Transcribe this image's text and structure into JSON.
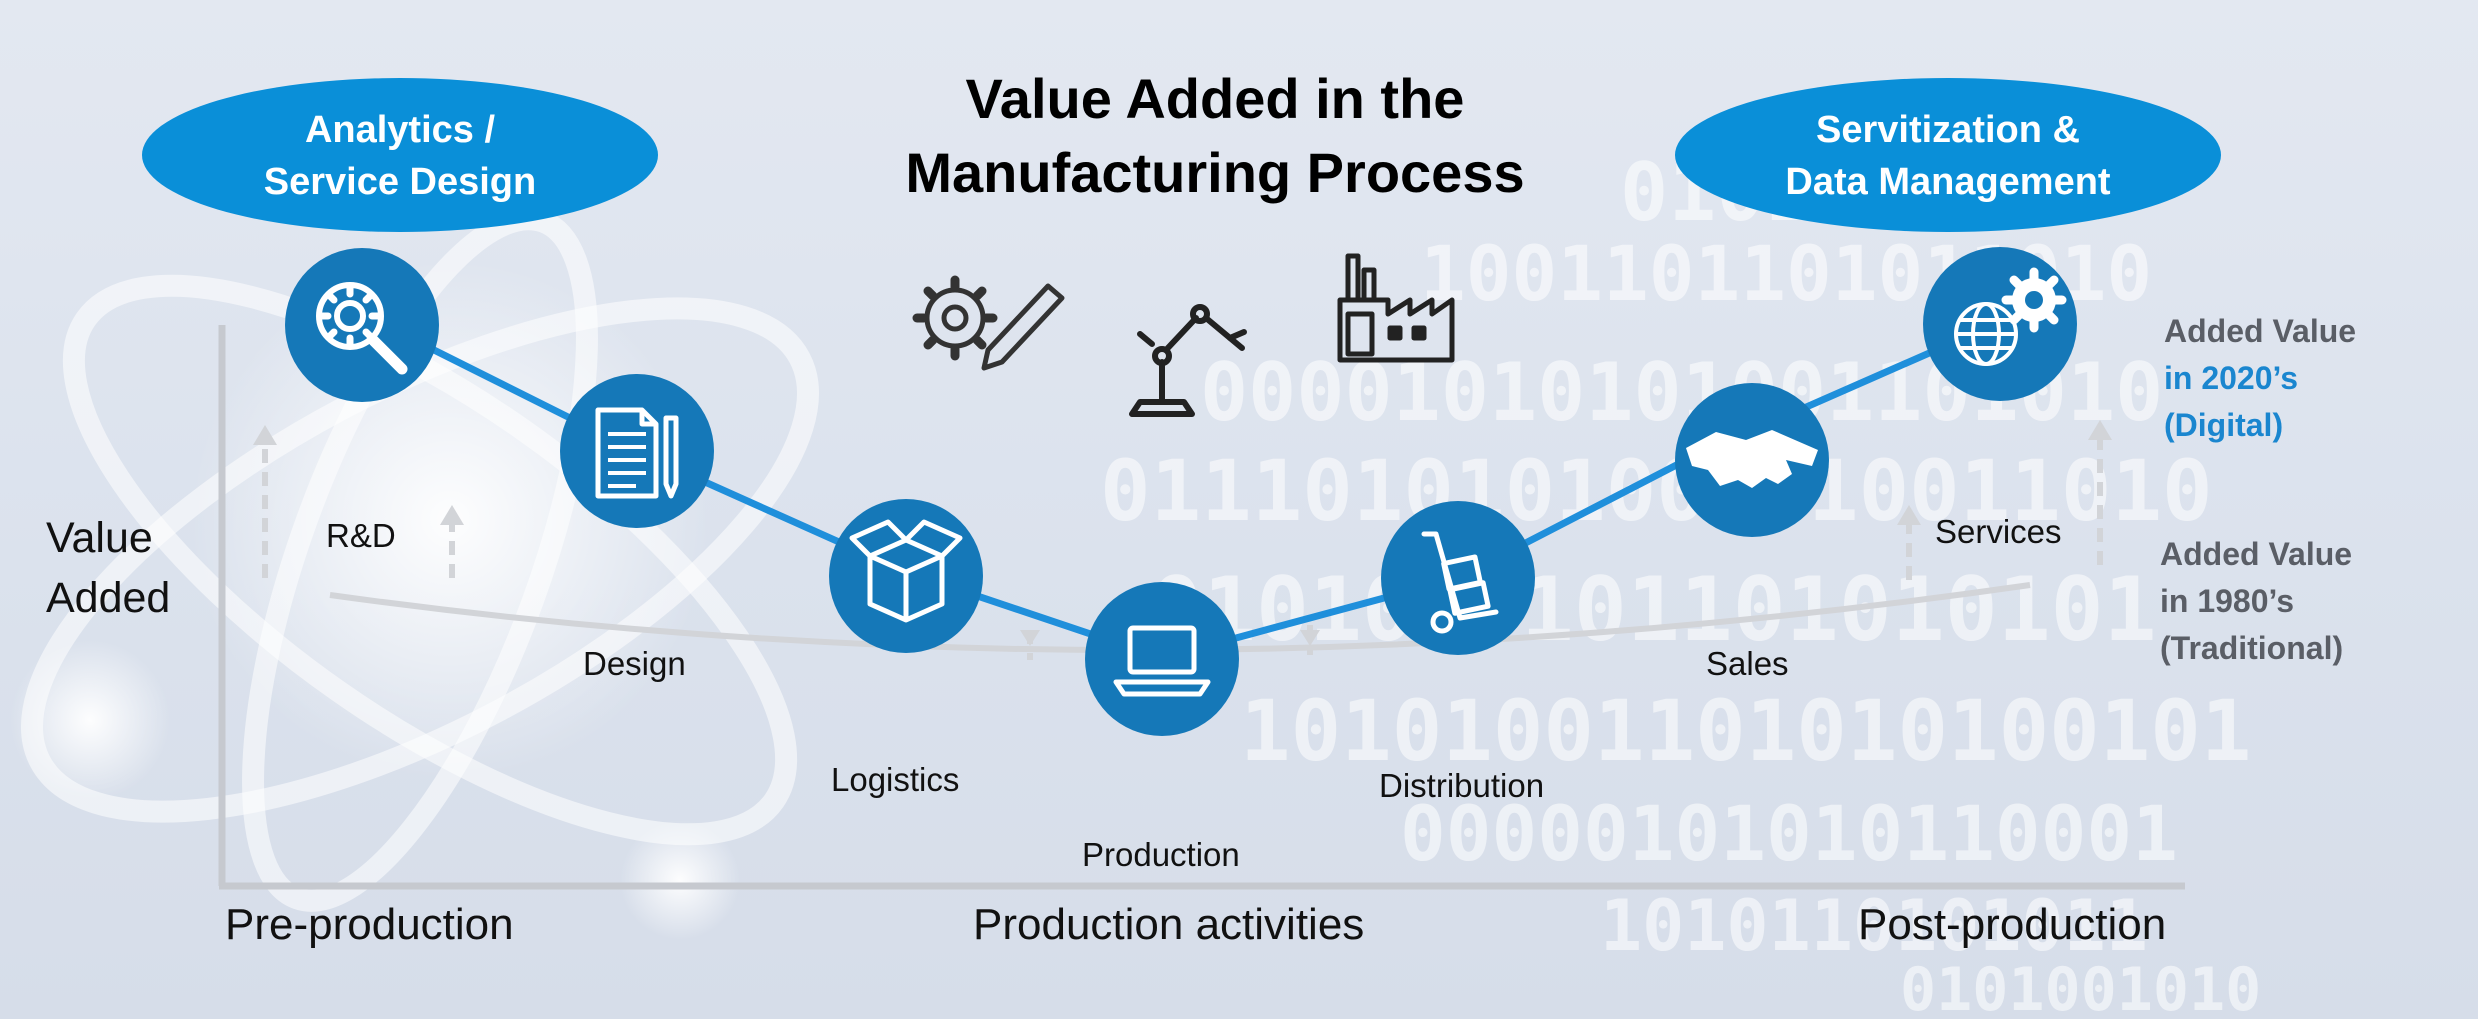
{
  "title_line1": "Value Added in the",
  "title_line2": "Manufacturing Process",
  "left_ellipse": {
    "line1": "Analytics /",
    "line2": "Service Design"
  },
  "right_ellipse": {
    "line1": "Servitization &",
    "line2": "Data Management"
  },
  "y_axis_label": {
    "line1": "Value",
    "line2": "Added"
  },
  "stages": {
    "rnd": "R&D",
    "design": "Design",
    "logistics": "Logistics",
    "production": "Production",
    "distribution": "Distribution",
    "sales": "Sales",
    "services": "Services"
  },
  "x_axis_groups": {
    "pre": "Pre-production",
    "activities": "Production activities",
    "post": "Post-production"
  },
  "legend_2020": {
    "line1": "Added Value",
    "line2": "in 2020’s",
    "line3": "(Digital)"
  },
  "legend_1980": {
    "line1": "Added Value",
    "line2": "in 1980’s",
    "line3": "(Traditional)"
  },
  "binary_watermark": [
    "0101010101",
    "1001101101011010",
    "00001010101001101010",
    "0111010101001010011010",
    "0101000101101010101",
    "10101001101010100101",
    "00000101010110001",
    "1010110101011",
    "0101001010"
  ],
  "icons": [
    "gear-magnifier-icon",
    "document-pen-icon",
    "box-icon",
    "laptop-icon",
    "hand-truck-icon",
    "handshake-icon",
    "globe-gear-icon",
    "gear-pencil-icon",
    "robot-arm-icon",
    "factory-icon"
  ],
  "colors": {
    "accent_blue": "#1578b8",
    "ellipse_blue": "#0a8fd8",
    "curve_blue": "#1f8fdb",
    "curve_grey": "#d2d4d8",
    "text_dark": "#111111",
    "legend_blue": "#1a86cf",
    "legend_grey": "#5a5e66"
  }
}
